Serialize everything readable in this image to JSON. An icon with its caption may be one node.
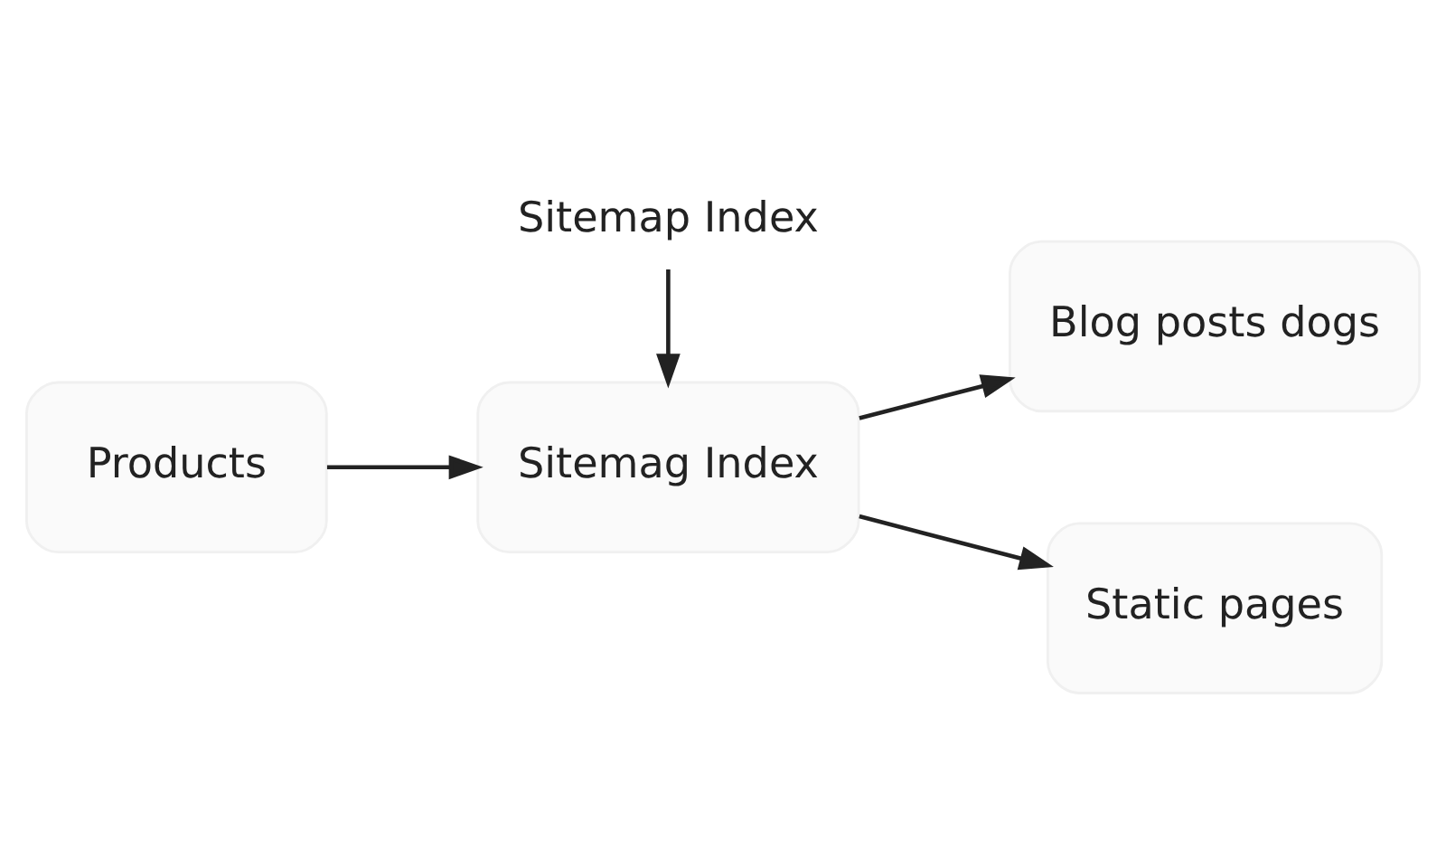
{
  "diagram": {
    "nodes": [
      {
        "text": [
          "Sitemap Index"
        ]
      },
      {
        "text": [
          "Products"
        ]
      },
      {
        "text": [
          "Sitemag Index"
        ]
      },
      {
        "text": [
          "Blog posts dogs"
        ]
      },
      {
        "text": [
          "Static pages"
        ]
      }
    ],
    "edges": [
      {
        "from": 0,
        "to": 2,
        "arrow": "to"
      },
      {
        "from": 1,
        "to": 2,
        "arrow": "to"
      },
      {
        "from": 2,
        "to": 3,
        "arrow": "to"
      },
      {
        "from": 2,
        "to": 4,
        "arrow": "to"
      }
    ]
  }
}
